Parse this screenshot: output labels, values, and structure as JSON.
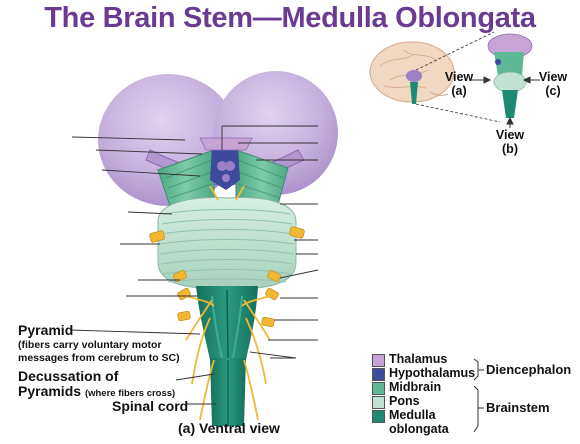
{
  "title": "The Brain Stem—Medulla Oblongata",
  "labels": {
    "pyramid": "Pyramid",
    "pyramid_note_1": "(fibers carry voluntary motor",
    "pyramid_note_2": "messages from cerebrum to SC)",
    "decussation_1": "Decussation of",
    "decussation_2": "Pyramids",
    "decussation_note": "(where fibers cross)",
    "spinal_cord": "Spinal cord",
    "ventral_view": "(a) Ventral view"
  },
  "inset": {
    "view_a_1": "View",
    "view_a_2": "(a)",
    "view_b_1": "View",
    "view_b_2": "(b)",
    "view_c_1": "View",
    "view_c_2": "(c)"
  },
  "legend": {
    "items": [
      {
        "label": "Thalamus",
        "color": "#c6a5d6"
      },
      {
        "label": "Hypothalamus",
        "color": "#3e4a9c"
      },
      {
        "label": "Midbrain",
        "color": "#5eb895"
      },
      {
        "label": "Pons",
        "color": "#c2e3d3"
      },
      {
        "label": "Medulla",
        "label2": "oblongata",
        "color": "#1e8a74"
      }
    ],
    "group_diencephalon": "Diencephalon",
    "group_brainstem": "Brainstem"
  },
  "colors": {
    "title": "#6a3c91",
    "hemisphere": "#c5b0dd",
    "pons": "#c2e3d3",
    "midbrain": "#5eb895",
    "medulla": "#1e8a74",
    "nerve": "#f2b733"
  }
}
